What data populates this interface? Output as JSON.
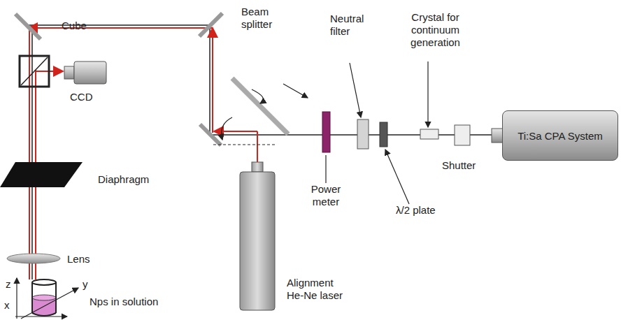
{
  "diagram": {
    "nodes": [
      {
        "text": [
          "Ti:Sa CPA System"
        ]
      }
    ],
    "labels": [
      "Cube",
      "CCD",
      "Diaphragm",
      "Lens",
      "z",
      "y",
      "x",
      "Nps in solution",
      "Beam splitter",
      "Neutral filter",
      "Crystal for continuum generation",
      "Shutter",
      "λ/2 plate",
      "Power meter",
      "Alignment He-Ne laser"
    ]
  }
}
